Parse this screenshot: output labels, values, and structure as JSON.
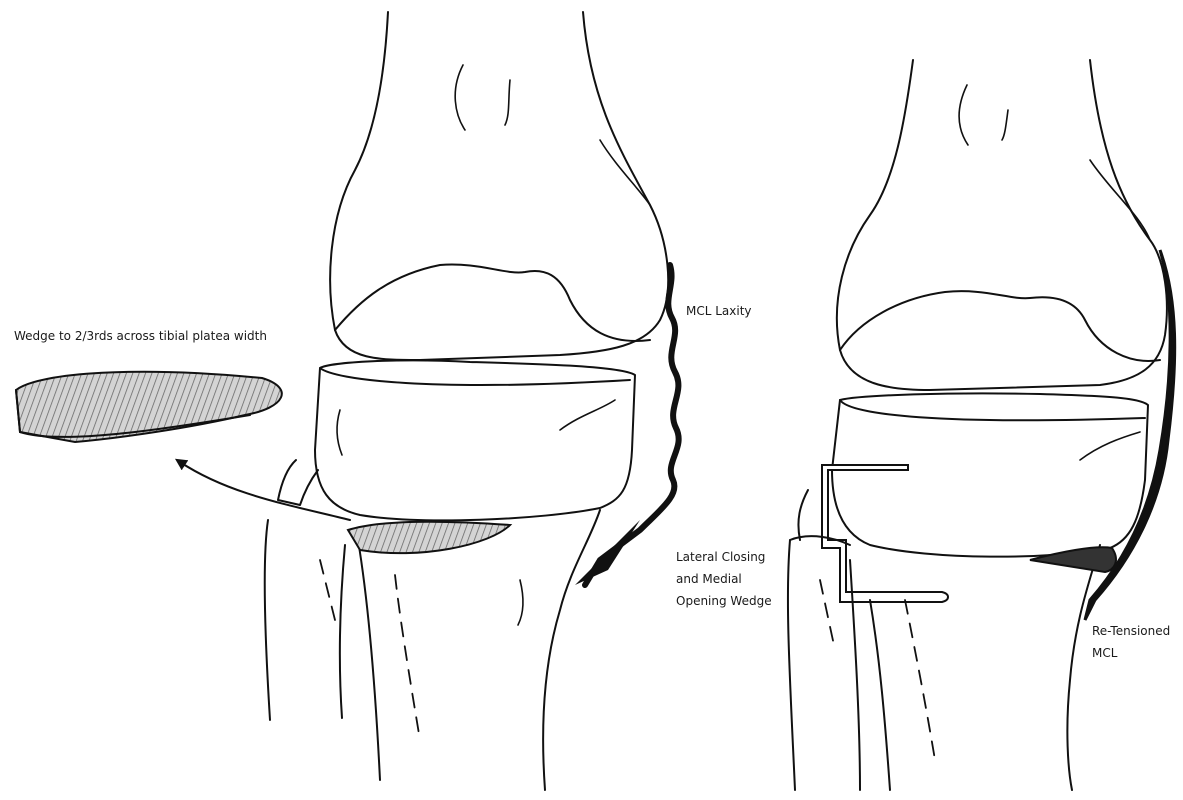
{
  "labels": {
    "wedge": "Wedge to 2/3rds across tibial platea width",
    "mcl_laxity": "MCL Laxity",
    "lateral_closing": [
      "Lateral Closing",
      "and Medial",
      "Opening Wedge"
    ],
    "re_tensioned": [
      "Re-Tensioned",
      "MCL"
    ]
  }
}
